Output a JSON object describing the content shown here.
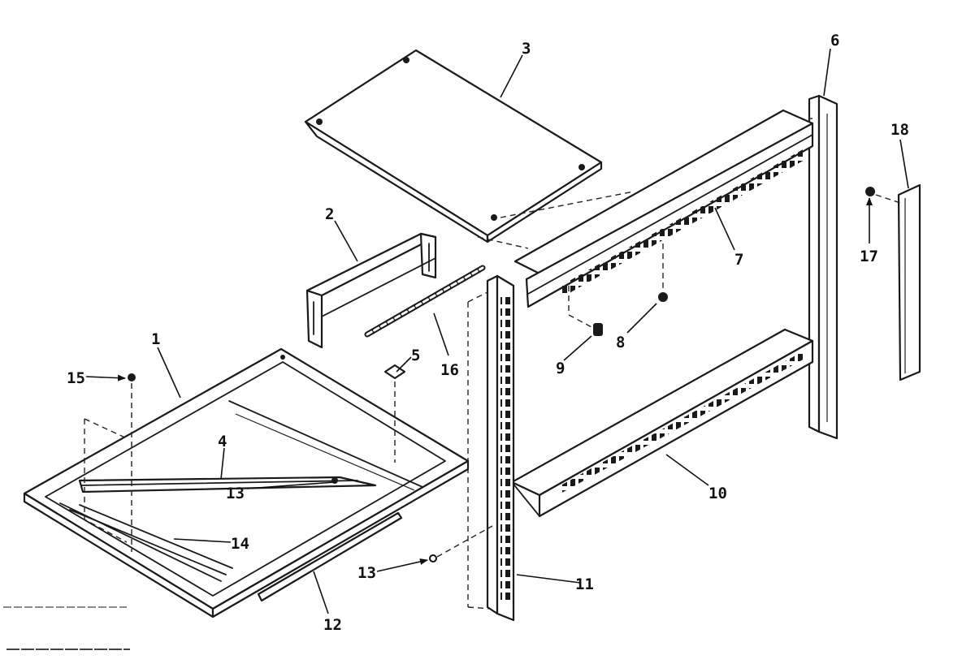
{
  "diagram": {
    "callouts": {
      "c1": "1",
      "c2": "2",
      "c3": "3",
      "c4": "4",
      "c5": "5",
      "c6": "6",
      "c7": "7",
      "c8": "8",
      "c9": "9",
      "c10": "10",
      "c11": "11",
      "c12": "12",
      "c13a": "13",
      "c13b": "13",
      "c14": "14",
      "c15": "15",
      "c16": "16",
      "c17": "17",
      "c18": "18"
    }
  }
}
